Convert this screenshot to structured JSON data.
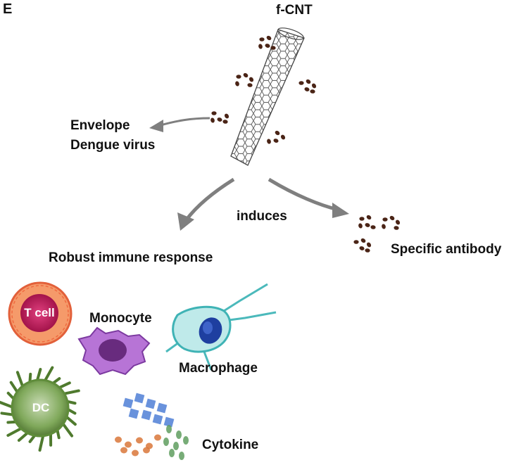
{
  "panel_letter": "E",
  "labels": {
    "fcnt": "f-CNT",
    "envelope": "Envelope",
    "dengue": "Dengue virus",
    "induces": "induces",
    "robust": "Robust immune response",
    "antibody": "Specific antibody",
    "monocyte": "Monocyte",
    "macrophage": "Macrophage",
    "cytokine": "Cytokine"
  },
  "cells": {
    "tcell": "T cell",
    "dc": "DC"
  },
  "colors": {
    "arrow": "#7f7f7f",
    "antigen": "#4a2416",
    "tcell_outer": "#f08a5d",
    "tcell_inner": "#c2185b",
    "monocyte": "#a35bc7",
    "macrophage": "#5ec8c8",
    "macrophage_nucleus": "#1e40a8",
    "dc": "#6f9a4a",
    "cytokine_blue": "#4f7fd6",
    "cytokine_orange": "#d9773a",
    "cytokine_green": "#5f9e5f"
  }
}
